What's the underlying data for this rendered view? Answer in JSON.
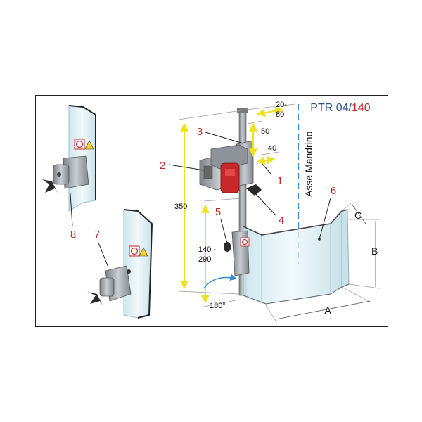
{
  "title": {
    "model": "PTR 04/",
    "size": "140"
  },
  "axis_label": "Asse Mandrino",
  "callouts": [
    "1",
    "2",
    "3",
    "4",
    "5",
    "6",
    "7",
    "8"
  ],
  "dimensions": {
    "offset": "20-\n80",
    "d50": "50",
    "d40": "40",
    "height": "350",
    "range": "140 -\n290",
    "rotation": "180°",
    "a": "A",
    "b": "B",
    "c": "C"
  },
  "colors": {
    "callout": "#c0282b",
    "title_blue": "#2a4d8f",
    "title_red": "#c0282b",
    "dimension_yellow": "#f0e020",
    "axis_blue": "#2e8ed0",
    "guard": "#d6ecf2",
    "metal": "#9aa0a6",
    "red_part": "#c8282a"
  }
}
